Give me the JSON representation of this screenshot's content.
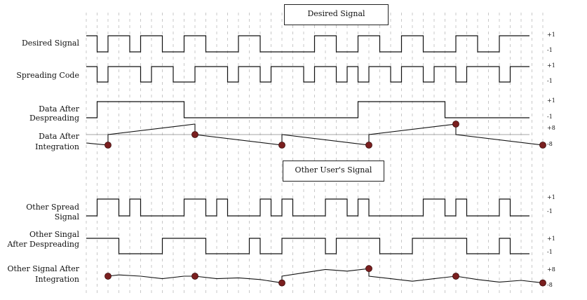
{
  "sections": {
    "desired_title": "Desired Signal",
    "other_title": "Other User's Signal"
  },
  "rows": {
    "desired": "Desired Signal",
    "spreading": "Spreading Code",
    "data_after_despread_1": "Data After",
    "data_after_despread_2": "Despreading",
    "data_after_integ_1": "Data After",
    "data_after_integ_2": "Integration",
    "other_spread_1": "Other Spread",
    "other_spread_2": "Signal",
    "other_despread_1": "Other Singal",
    "other_despread_2": "After Despreading",
    "other_integ_1": "Other Signal After",
    "other_integ_2": "Integration"
  },
  "ticks": {
    "desired_hi": "+1",
    "desired_lo": "-1",
    "spread_hi": "+1",
    "spread_lo": "-1",
    "despread_hi": "+1",
    "despread_lo": "-1",
    "integ_hi": "+8",
    "integ_lo": "-8",
    "other_spread_hi": "+1",
    "other_spread_lo": "-1",
    "other_despread_hi": "+1",
    "other_despread_lo": "-1",
    "other_integ_hi": "+8",
    "other_integ_lo": "-8"
  },
  "waveforms": {
    "chips": 40,
    "desired": [
      1,
      0,
      1,
      1,
      0,
      1,
      1,
      0,
      0,
      1,
      1,
      0,
      0,
      0,
      1,
      1,
      0,
      0,
      0,
      0,
      0,
      1,
      1,
      0,
      0,
      1,
      1,
      0,
      0,
      1,
      1,
      0,
      0,
      0,
      1,
      1,
      0,
      0,
      1,
      1
    ],
    "spreading": [
      1,
      0,
      1,
      1,
      1,
      0,
      1,
      1,
      0,
      0,
      1,
      1,
      1,
      0,
      1,
      1,
      0,
      1,
      1,
      1,
      0,
      1,
      1,
      0,
      1,
      0,
      1,
      1,
      0,
      1,
      1,
      0,
      1,
      1,
      0,
      1,
      1,
      1,
      0,
      1
    ],
    "despread": [
      0,
      1,
      1,
      1,
      1,
      1,
      1,
      1,
      1,
      0,
      0,
      0,
      0,
      0,
      0,
      0,
      0,
      0,
      0,
      0,
      0,
      0,
      0,
      0,
      0,
      1,
      1,
      1,
      1,
      1,
      1,
      1,
      1,
      0,
      0,
      0,
      0,
      0,
      0,
      0
    ],
    "other_spread": [
      0,
      1,
      1,
      0,
      1,
      0,
      0,
      0,
      0,
      1,
      1,
      0,
      1,
      0,
      0,
      0,
      1,
      0,
      1,
      0,
      0,
      0,
      1,
      1,
      0,
      1,
      0,
      0,
      0,
      0,
      0,
      1,
      1,
      0,
      1,
      0,
      0,
      0,
      1,
      0
    ],
    "other_despread": [
      1,
      1,
      1,
      0,
      0,
      0,
      0,
      1,
      1,
      1,
      1,
      0,
      0,
      0,
      0,
      1,
      0,
      0,
      1,
      1,
      1,
      1,
      0,
      1,
      1,
      1,
      1,
      0,
      0,
      0,
      1,
      1,
      1,
      1,
      1,
      0,
      0,
      0,
      1,
      0
    ],
    "integ_points": [
      [
        0,
        -0.8
      ],
      [
        2,
        -1
      ],
      [
        2,
        0
      ],
      [
        10,
        1
      ],
      [
        10,
        0
      ],
      [
        18,
        -1
      ],
      [
        18,
        0
      ],
      [
        26,
        -1
      ],
      [
        26,
        0
      ],
      [
        34,
        1
      ],
      [
        34,
        0
      ],
      [
        42,
        -1
      ]
    ],
    "integ_dots": [
      [
        2,
        -1
      ],
      [
        10,
        0
      ],
      [
        18,
        -1
      ],
      [
        26,
        -1
      ],
      [
        34,
        1
      ],
      [
        42,
        -1
      ]
    ],
    "other_integ_points": [
      [
        2,
        0
      ],
      [
        3,
        0.15
      ],
      [
        5,
        0
      ],
      [
        7,
        -0.3
      ],
      [
        9,
        0
      ],
      [
        10,
        0
      ],
      [
        12,
        -0.3
      ],
      [
        14,
        -0.2
      ],
      [
        16,
        -0.4
      ],
      [
        18,
        -0.8
      ],
      [
        18,
        0
      ],
      [
        20,
        0.4
      ],
      [
        22,
        0.8
      ],
      [
        24,
        0.6
      ],
      [
        26,
        0.9
      ],
      [
        26,
        0
      ],
      [
        28,
        -0.3
      ],
      [
        30,
        -0.6
      ],
      [
        32,
        -0.3
      ],
      [
        34,
        0
      ],
      [
        36,
        -0.4
      ],
      [
        38,
        -0.7
      ],
      [
        40,
        -0.5
      ],
      [
        42,
        -0.8
      ]
    ],
    "other_integ_dots": [
      [
        2,
        0
      ],
      [
        10,
        0
      ],
      [
        18,
        -0.8
      ],
      [
        26,
        0.9
      ],
      [
        34,
        0
      ],
      [
        42,
        -0.8
      ]
    ]
  }
}
